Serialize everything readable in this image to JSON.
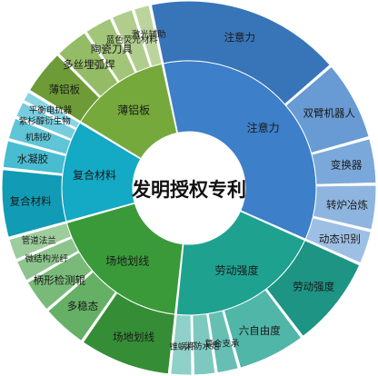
{
  "chart_data": {
    "type": "sunburst",
    "title": "",
    "center_label": "发明授权专利",
    "colors": {
      "注意力": "#3d7fc8",
      "劳动强度": "#1fa190",
      "场地划线": "#3a9a3a",
      "复合材料": "#14a9c4",
      "薄铝板": "#76a93c"
    },
    "inner": [
      {
        "name": "注意力",
        "value": 35
      },
      {
        "name": "劳动强度",
        "value": 20
      },
      {
        "name": "场地划线",
        "value": 19
      },
      {
        "name": "复合材料",
        "value": 13
      },
      {
        "name": "薄铝板",
        "value": 13
      }
    ],
    "outer": [
      {
        "name": "注意力",
        "parent": "注意力",
        "value": 17
      },
      {
        "name": "双臂机器人",
        "parent": "注意力",
        "value": 7
      },
      {
        "name": "变换器",
        "parent": "注意力",
        "value": 4
      },
      {
        "name": "转炉冶炼",
        "parent": "注意力",
        "value": 4
      },
      {
        "name": "动态识别",
        "parent": "注意力",
        "value": 3
      },
      {
        "name": "劳动强度",
        "parent": "劳动强度",
        "value": 8
      },
      {
        "name": "六自由度",
        "parent": "劳动强度",
        "value": 6
      },
      {
        "name": "复合支承",
        "parent": "劳动强度",
        "value": 2
      },
      {
        "name": "消防水炮",
        "parent": "劳动强度",
        "value": 2
      },
      {
        "name": "锥蜗杆",
        "parent": "劳动强度",
        "value": 2
      },
      {
        "name": "场地划线",
        "parent": "场地划线",
        "value": 8
      },
      {
        "name": "多稳态",
        "parent": "场地划线",
        "value": 4
      },
      {
        "name": "柄形检测辊",
        "parent": "场地划线",
        "value": 3
      },
      {
        "name": "微结构光纤",
        "parent": "场地划线",
        "value": 2
      },
      {
        "name": "管道法兰",
        "parent": "场地划线",
        "value": 2
      },
      {
        "name": "复合材料",
        "parent": "复合材料",
        "value": 6
      },
      {
        "name": "水凝胶",
        "parent": "复合材料",
        "value": 2.5
      },
      {
        "name": "机制砂",
        "parent": "复合材料",
        "value": 2
      },
      {
        "name": "紫杉醇衍生物",
        "parent": "复合材料",
        "value": 1.5
      },
      {
        "name": "平衡电抗器",
        "parent": "复合材料",
        "value": 1
      },
      {
        "name": "薄铝板",
        "parent": "薄铝板",
        "value": 4
      },
      {
        "name": "多丝埋弧焊",
        "parent": "薄铝板",
        "value": 3
      },
      {
        "name": "陶瓷刀具",
        "parent": "薄铝板",
        "value": 2.5
      },
      {
        "name": "蓝色荧光材料",
        "parent": "薄铝板",
        "value": 2
      },
      {
        "name": "激光辅助",
        "parent": "薄铝板",
        "value": 1.5
      }
    ]
  }
}
